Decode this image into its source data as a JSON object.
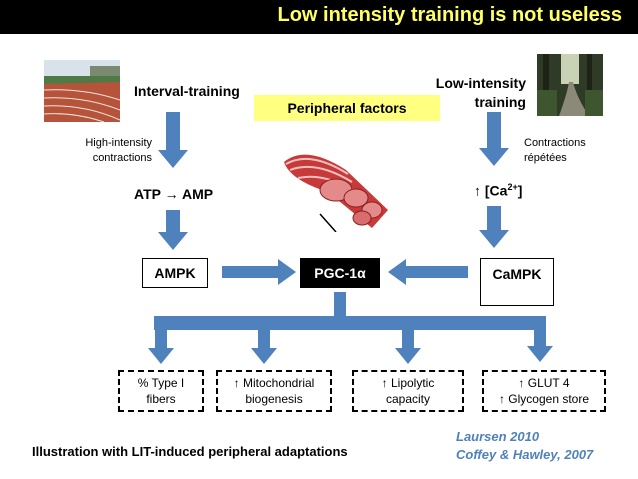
{
  "title": "Low intensity training is not useless",
  "left": {
    "label": "Interval-training",
    "arrow1_label_line1": "High-intensity",
    "arrow1_label_line2": "contractions",
    "mid": "ATP → AMP",
    "kinase": "AMPK"
  },
  "right": {
    "label_line1": "Low-intensity",
    "label_line2": "training",
    "arrow1_label_line1": "Contractions",
    "arrow1_label_line2": "répétées",
    "mid_prefix": "↑ [Ca",
    "mid_sup": "2+",
    "mid_suffix": "]",
    "kinase": "CaMPK"
  },
  "center": {
    "peripheral_factors": "Peripheral factors",
    "hub": "PGC-1α"
  },
  "outcomes": [
    {
      "line1": "% Type I",
      "line2": "fibers"
    },
    {
      "line1": "↑ Mitochondrial",
      "line2": "biogenesis"
    },
    {
      "line1": "↑ Lipolytic",
      "line2": "capacity"
    },
    {
      "line1": "↑ GLUT 4",
      "line2": "↑ Glycogen store"
    }
  ],
  "caption": "Illustration with LIT-induced peripheral adaptations",
  "credits": {
    "line1": "Laursen 2010",
    "line2": "Coffey & Hawley, 2007"
  },
  "colors": {
    "arrow": "#4f81bd",
    "title_text": "#ffff66",
    "highlight": "#ffff80",
    "credit": "#4f81bd"
  }
}
